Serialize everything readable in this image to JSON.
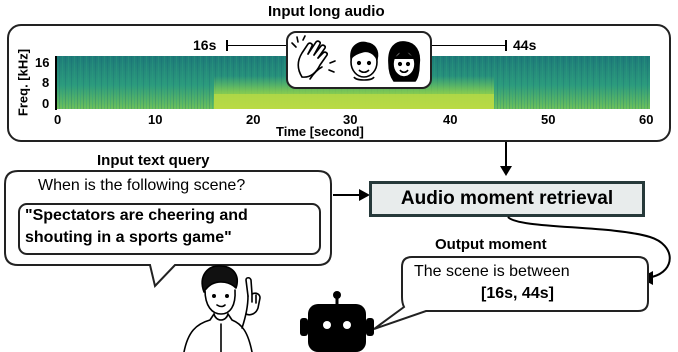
{
  "top": {
    "title": "Input long audio",
    "marker_start": "16s",
    "marker_end": "44s",
    "ylabel": "Freq. [kHz]",
    "xlabel": "Time [second]",
    "yticks": [
      "16",
      "8",
      "0"
    ],
    "xticks": [
      "0",
      "10",
      "20",
      "30",
      "40",
      "50",
      "60"
    ]
  },
  "query": {
    "title": "Input text query",
    "question": "When is the following scene?",
    "scene_line1": "\"Spectators are cheering and",
    "scene_line2": "shouting in a sports game\""
  },
  "retrieval": {
    "label": "Audio moment retrieval"
  },
  "output": {
    "title": "Output moment",
    "line1": "The scene is between",
    "line2": "[16s, 44s]"
  },
  "colors": {
    "spectrogram_dark": "#1f8a7a",
    "spectrogram_bright": "#9fd24a",
    "box_fill": "#e8ecec",
    "box_border": "#26393a"
  },
  "icons": [
    "clapping-hands-icon",
    "man-face-icon",
    "woman-face-icon",
    "person-pointing-icon",
    "robot-icon"
  ]
}
